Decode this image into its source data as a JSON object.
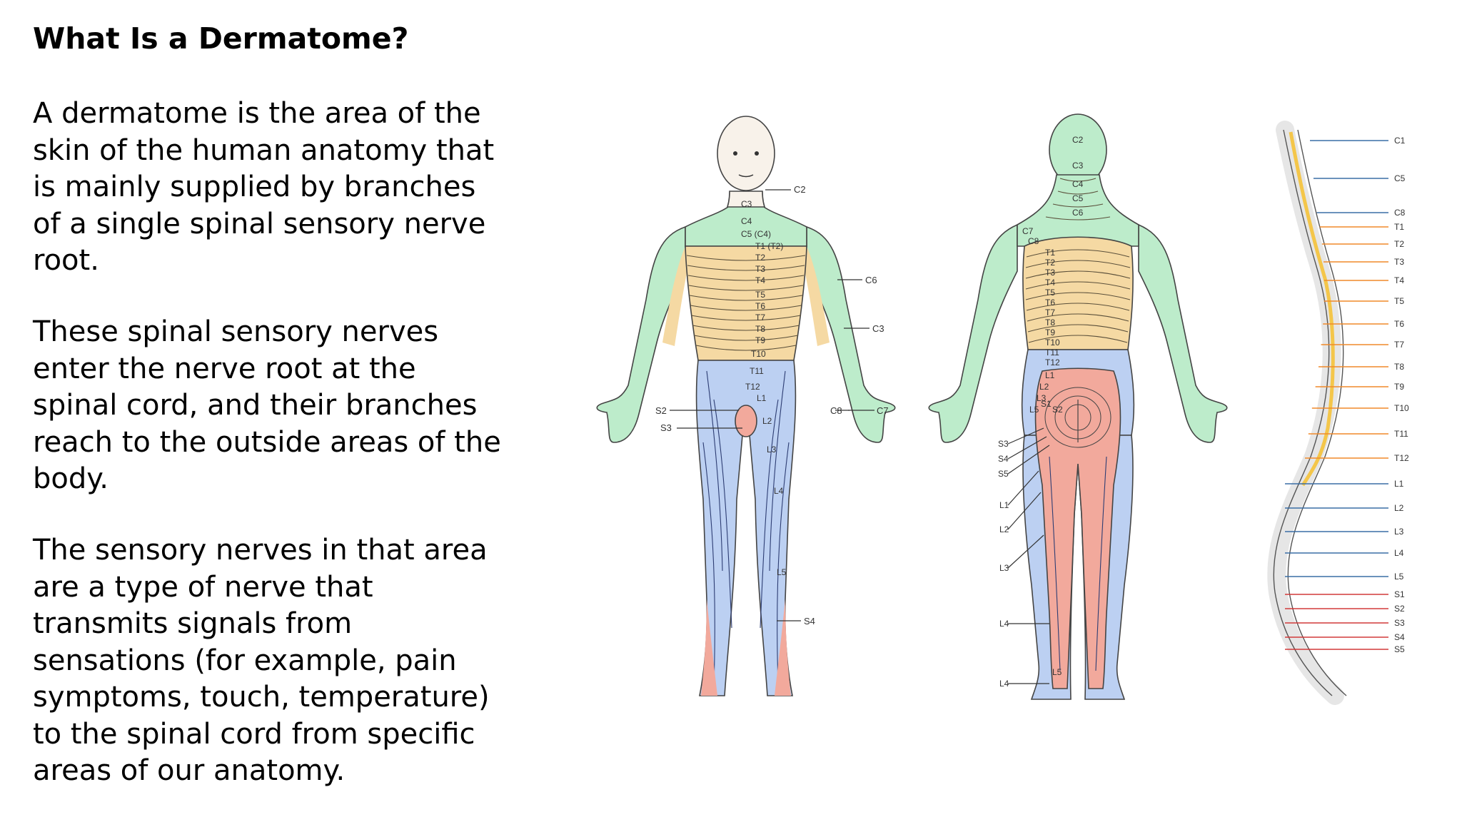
{
  "slide": {
    "title": "What Is a Dermatome?",
    "paragraph1": [
      "A dermatome is the area of the",
      "skin of the human anatomy that",
      "is mainly supplied by branches",
      "of a single spinal sensory nerve",
      "root."
    ],
    "paragraph2": [
      "These spinal sensory nerves",
      "enter the nerve root at the",
      "spinal cord, and their branches",
      "reach to the outside areas of the",
      "body."
    ],
    "paragraph3": [
      "The sensory nerves in that area",
      "are a type of nerve that",
      "transmits signals from",
      "sensations (for example, pain",
      "symptoms, touch, temperature)",
      "to the spinal cord from specific",
      "areas of our anatomy."
    ]
  },
  "colors": {
    "cervical": "#bdeccb",
    "thoracic": "#f5d9a3",
    "lumbar": "#bcd0f2",
    "sacral": "#f2a99c",
    "skin": "#f8f2ea",
    "nerve_cervical": "#3a6ea5",
    "nerve_thoracic": "#f08a2a",
    "nerve_lumbar": "#3a6ea5",
    "nerve_sacral": "#d23a3a",
    "spinal_cord": "#f4c64a"
  },
  "front_view": {
    "side_labels": {
      "c2": "C2",
      "c6": "C6",
      "c3": "C3",
      "c8": "C8",
      "c7": "C7",
      "s2": "S2",
      "s3": "S3",
      "s4": "S4"
    },
    "torso_labels": [
      "C3",
      "C4",
      "C5 (C4)",
      "T1 (T2)",
      "T2",
      "T3",
      "T4",
      "T5",
      "T6",
      "T7",
      "T8",
      "T9",
      "T10",
      "T11",
      "T12",
      "L1"
    ],
    "leg_labels": {
      "l2": "L2",
      "l3": "L3",
      "l4": "L4",
      "l5": "L5"
    }
  },
  "back_view": {
    "neck_labels": [
      "C2",
      "C3",
      "C4",
      "C5",
      "C6"
    ],
    "shoulder_labels": [
      "C7",
      "C8"
    ],
    "thoracic_labels": [
      "T1",
      "T2",
      "T3",
      "T4",
      "T5",
      "T6",
      "T7",
      "T8",
      "T9",
      "T10",
      "T11",
      "T12"
    ],
    "lumbar_labels": [
      "L1",
      "L2",
      "L3"
    ],
    "sacral_labels": [
      "S3",
      "S4",
      "S5"
    ],
    "buttock_labels": [
      "L5",
      "S1",
      "S2"
    ],
    "leg_labels": [
      "L1",
      "L2",
      "L3",
      "L4",
      "L4"
    ],
    "foot_label": "L5"
  },
  "spine_view": {
    "labels": [
      "C1",
      "C5",
      "C8",
      "T1",
      "T2",
      "T3",
      "T4",
      "T5",
      "T6",
      "T7",
      "T8",
      "T9",
      "T10",
      "T11",
      "T12",
      "L1",
      "L2",
      "L3",
      "L4",
      "L5",
      "S1",
      "S2",
      "S3",
      "S4",
      "S5"
    ]
  }
}
